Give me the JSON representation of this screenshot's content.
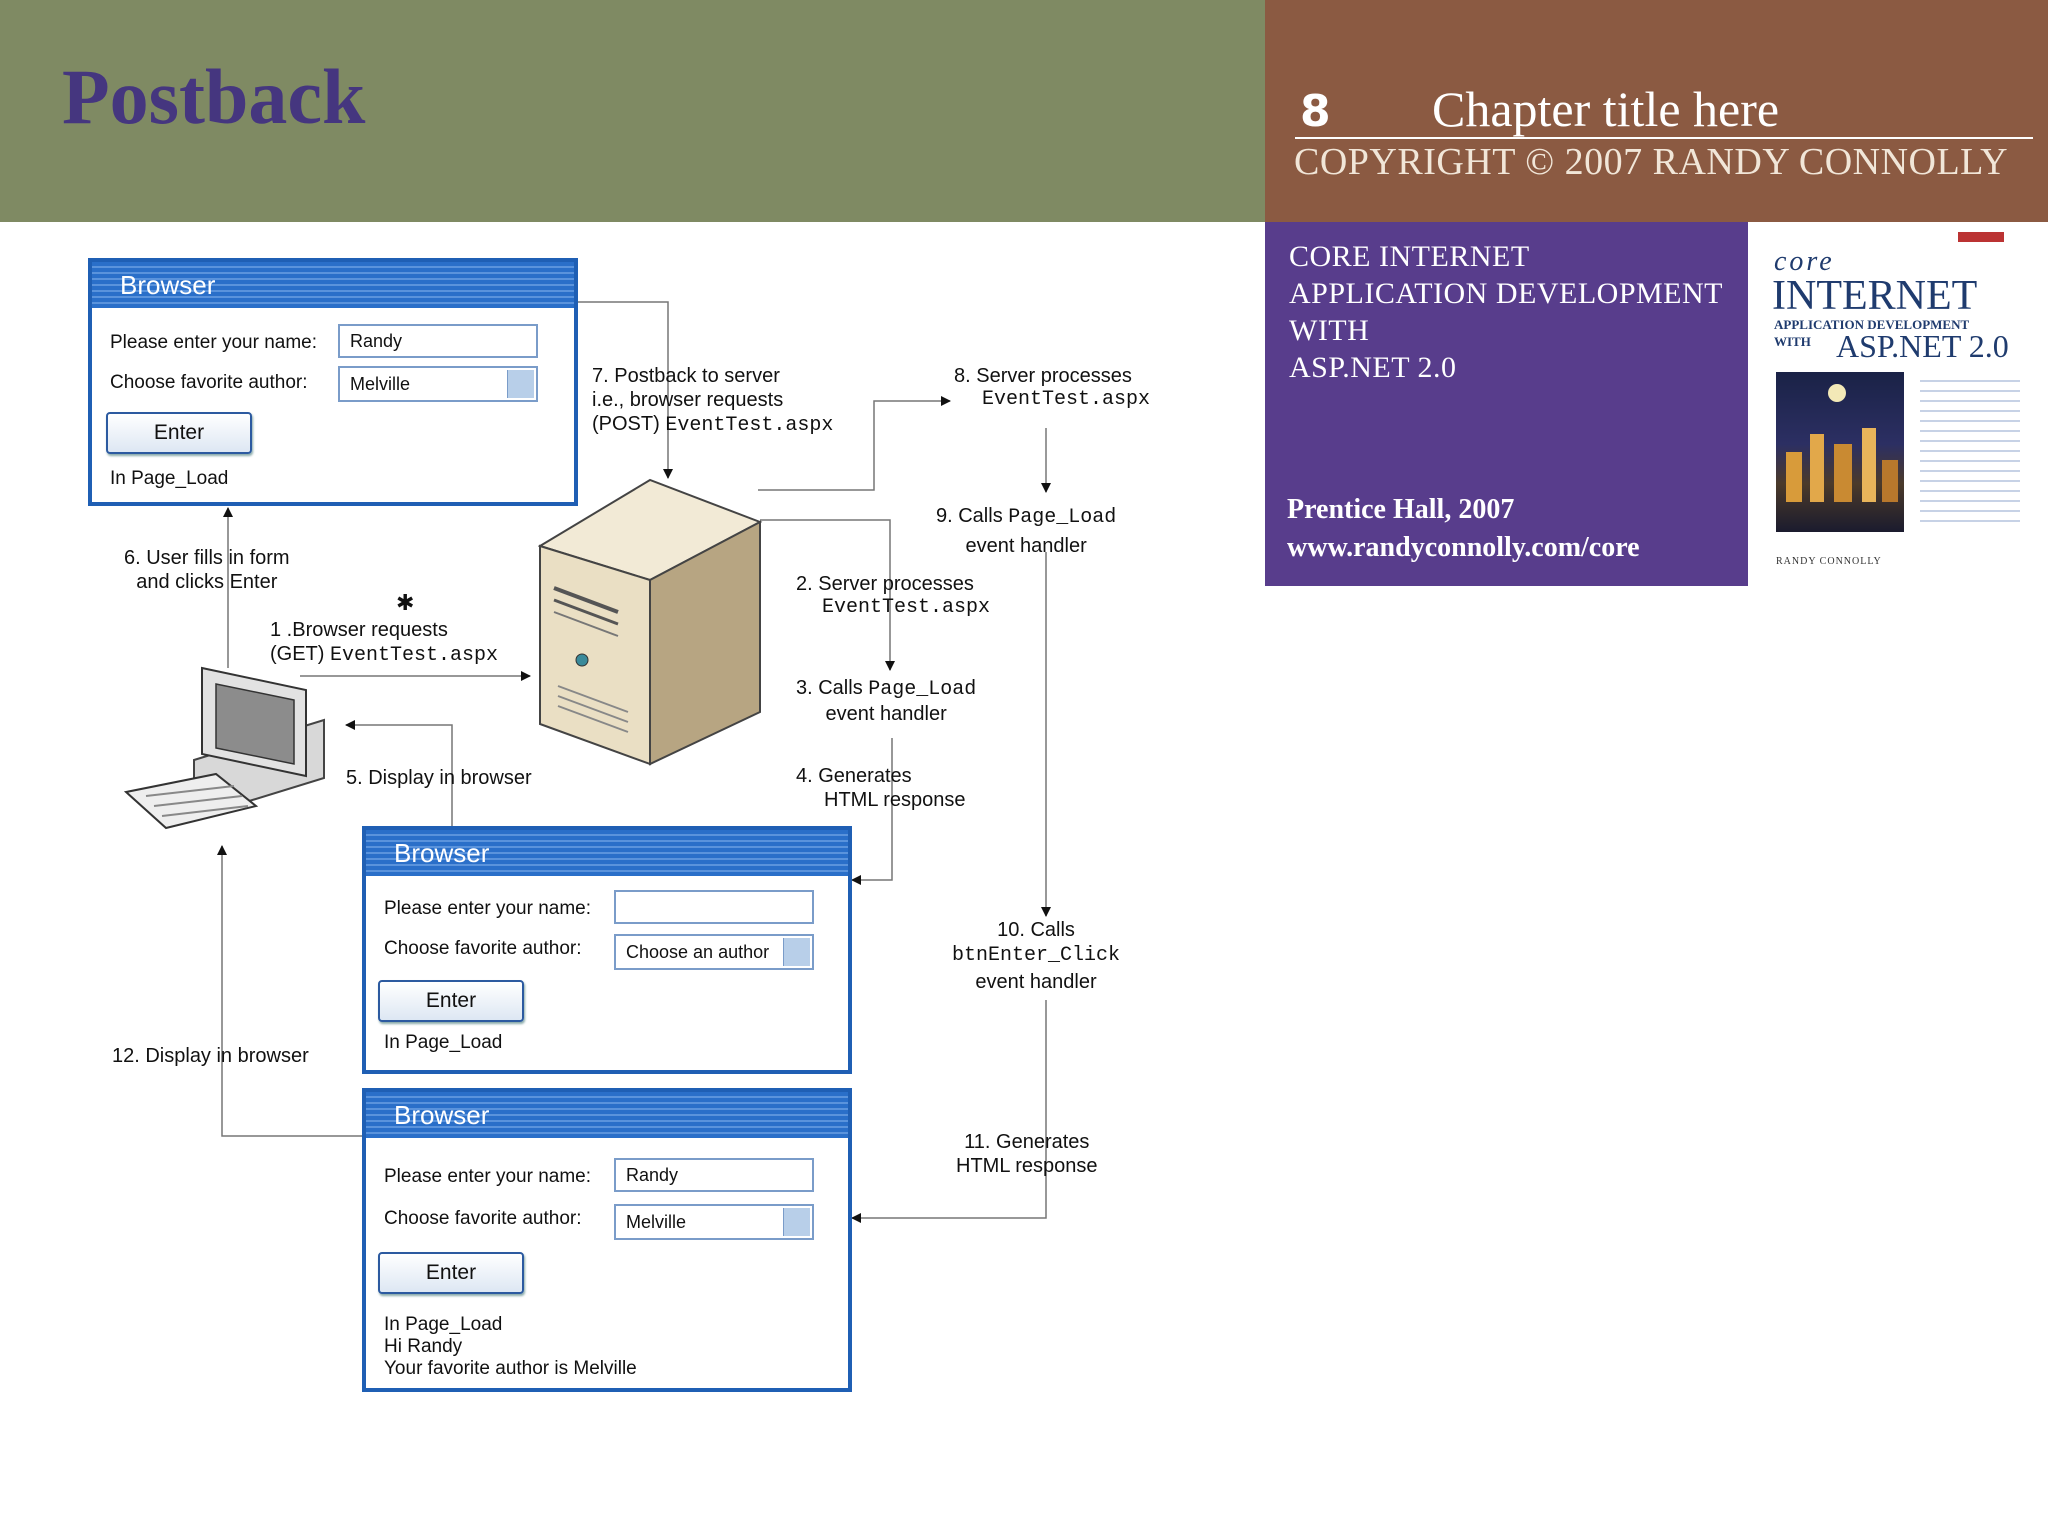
{
  "header": {
    "title": "Postback",
    "chapter_number": "8",
    "chapter_title": "Chapter title here",
    "copyright": "COPYRIGHT © 2007 RANDY CONNOLLY"
  },
  "book": {
    "lines": [
      "CORE INTERNET",
      "APPLICATION DEVELOPMENT",
      "WITH",
      "ASP.NET 2.0"
    ],
    "publisher": "Prentice Hall, 2007",
    "url": "www.randyconnolly.com/core",
    "cover": {
      "series": "core",
      "title": "INTERNET",
      "subtitle": "APPLICATION DEVELOPMENT",
      "with": "WITH",
      "tech": "ASP.NET 2.0",
      "author": "RANDY CONNOLLY"
    }
  },
  "diagram": {
    "browser_title": "Browser",
    "name_label": "Please enter your name:",
    "author_label": "Choose favorite author:",
    "enter_label": "Enter",
    "browser1": {
      "name_value": "Randy",
      "author_value": "Melville",
      "output": [
        "In Page_Load"
      ]
    },
    "browser2": {
      "name_value": "",
      "author_value": "Choose an author",
      "output": [
        "In Page_Load"
      ]
    },
    "browser3": {
      "name_value": "Randy",
      "author_value": "Melville",
      "output": [
        "In Page_Load",
        "Hi Randy",
        "Your favorite author is Melville"
      ]
    },
    "steps": {
      "s1a": "1 .Browser requests",
      "s1b": "(GET) ",
      "s1b_code": "EventTest.aspx",
      "s2a": "2. Server processes",
      "s2b_code": "EventTest.aspx",
      "s3a": "3. Calls ",
      "s3a_code": "Page_Load",
      "s3b": "event handler",
      "s4a": "4. Generates",
      "s4b": "HTML response",
      "s5": "5. Display in browser",
      "s6a": "6. User fills in form",
      "s6b": "and clicks Enter",
      "s7a": "7. Postback to server",
      "s7b": "i.e., browser requests",
      "s7c": "(POST) ",
      "s7c_code": "EventTest.aspx",
      "s8a": "8. Server processes",
      "s8b_code": "EventTest.aspx",
      "s9a": "9. Calls ",
      "s9a_code": "Page_Load",
      "s9b": "event handler",
      "s10a": "10. Calls",
      "s10b_code": "btnEnter_Click",
      "s10c": "event handler",
      "s11a": "11. Generates",
      "s11b": "HTML response",
      "s12": "12. Display in browser"
    }
  }
}
